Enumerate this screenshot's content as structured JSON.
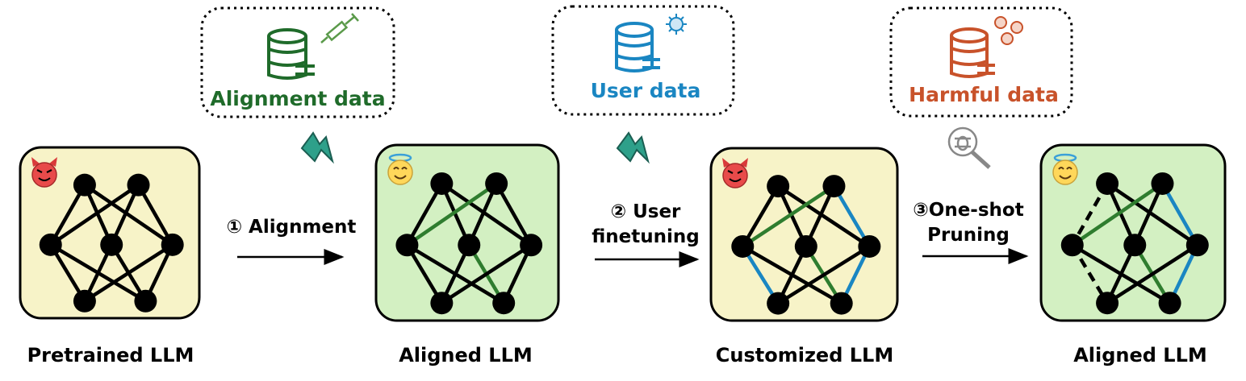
{
  "colors": {
    "alignment": "#1f6b2a",
    "user": "#1a86c2",
    "harmful": "#c8522a",
    "yellow_box": "#f7f3c8",
    "green_box": "#d3f0c2",
    "green_edge": "#2f7d2f",
    "blue_edge": "#1a86c2",
    "node": "#000000"
  },
  "data_boxes": [
    {
      "label": "Alignment data",
      "icon": "database-icon",
      "badge": "syringe-icon"
    },
    {
      "label": "User data",
      "icon": "database-icon",
      "badge": "virus-icon"
    },
    {
      "label": "Harmful data",
      "icon": "database-icon",
      "badge": "virus-cluster-icon"
    }
  ],
  "steps": [
    {
      "lines": [
        "① Alignment"
      ],
      "icon": "lightning-icon"
    },
    {
      "lines": [
        "② User",
        "finetuning"
      ],
      "icon": "lightning-icon"
    },
    {
      "lines": [
        "③One-shot",
        "Pruning"
      ],
      "icon": "bug-magnifier-icon"
    }
  ],
  "models": [
    {
      "label": "Pretrained LLM",
      "state": "devil"
    },
    {
      "label": "Aligned LLM",
      "state": "angel"
    },
    {
      "label": "Customized LLM",
      "state": "devil"
    },
    {
      "label": "Aligned LLM",
      "state": "angel"
    }
  ]
}
